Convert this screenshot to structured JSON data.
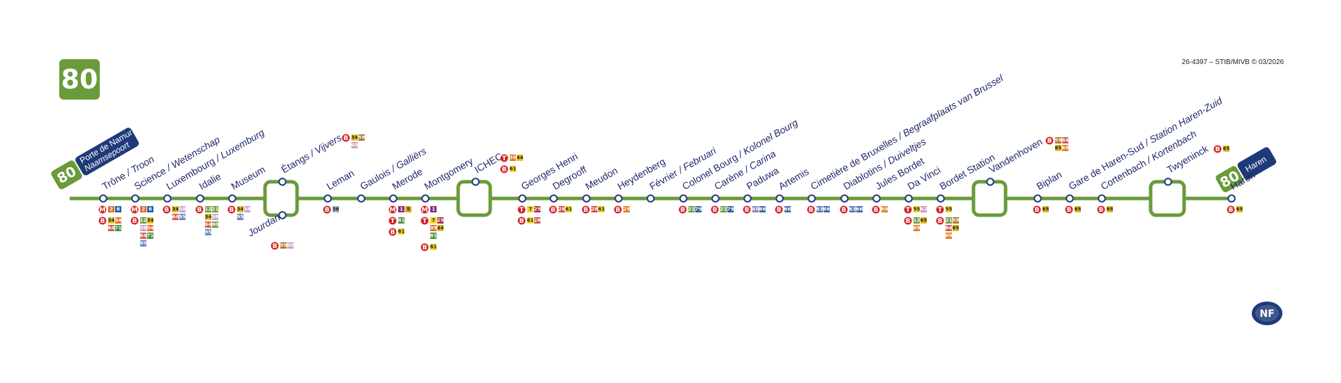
{
  "line": {
    "number": "80",
    "color": "#6a9a3a"
  },
  "colors": {
    "navy": "#1f3a7a",
    "green": "#6a9a3a",
    "metro": "#d2232a",
    "tram": "#d2232a",
    "bus": "#d2232a"
  },
  "copyright": "26-4397 – STIB/MIVB © 03/2026",
  "termini": {
    "start": {
      "num": "80",
      "name_fr": "Porte de Namur",
      "name_nl": "Naamsepoort"
    },
    "end": {
      "num": "80",
      "name": "Haren"
    }
  },
  "stops": [
    {
      "id": "trone",
      "fr": "Trône",
      "nl": "Troon",
      "conn": [
        [
          "M",
          "2",
          "6"
        ],
        [
          "B",
          "34",
          "54",
          "64",
          "71"
        ]
      ]
    },
    {
      "id": "science",
      "fr": "Science",
      "nl": "Wetenschap",
      "conn": [
        [
          "M",
          "2",
          "6"
        ],
        [
          "B",
          "12",
          "34",
          "38",
          "54",
          "64",
          "71",
          "95"
        ]
      ]
    },
    {
      "id": "luxembourg",
      "fr": "Luxembourg",
      "nl": "Luxemburg",
      "conn": [
        [
          "B",
          "34",
          "38",
          "64",
          "95"
        ]
      ]
    },
    {
      "id": "idalie",
      "fr": "Idalie",
      "nl": "",
      "conn": [
        [
          "B",
          "12",
          "21",
          "34",
          "38",
          "64",
          "80",
          "95"
        ]
      ]
    },
    {
      "id": "museum",
      "fr": "Museum",
      "nl": "",
      "conn": [
        [
          "B",
          "34",
          "38",
          "95"
        ]
      ]
    },
    {
      "id": "etangs",
      "fr": "Étangs",
      "nl": "Vijvers",
      "conn": [
        [
          "B",
          "34",
          "59",
          "60"
        ]
      ]
    },
    {
      "id": "jourdan",
      "fr": "Jourdan",
      "nl": "",
      "conn": [
        [
          "B",
          "59",
          "60"
        ]
      ]
    },
    {
      "id": "leman",
      "fr": "Leman",
      "nl": "",
      "conn": [
        [
          "B",
          "36"
        ]
      ]
    },
    {
      "id": "gaulois",
      "fr": "Gaulois",
      "nl": "Galliërs",
      "conn": []
    },
    {
      "id": "merode",
      "fr": "Merode",
      "nl": "",
      "conn": [
        [
          "M",
          "1",
          "5"
        ],
        [
          "T",
          "81"
        ],
        [
          "B",
          "61"
        ]
      ]
    },
    {
      "id": "montgomery",
      "fr": "Montgomery",
      "nl": "",
      "conn": [
        [
          "M",
          "1"
        ],
        [
          "T",
          "7",
          "25",
          "39",
          "44",
          "81"
        ],
        [
          "B",
          "61"
        ]
      ]
    },
    {
      "id": "ichec",
      "fr": "ICHEC",
      "nl": "",
      "conn": [
        [
          "T",
          "39",
          "44"
        ],
        [
          "B",
          "61"
        ]
      ]
    },
    {
      "id": "georgeshenri",
      "fr": "Georges Henri",
      "nl": "",
      "conn": [
        [
          "T",
          "7",
          "25"
        ],
        [
          "B",
          "61",
          "28"
        ]
      ]
    },
    {
      "id": "degrooff",
      "fr": "Degrooff",
      "nl": "",
      "conn": [
        [
          "B",
          "28",
          "61"
        ]
      ]
    },
    {
      "id": "meudon",
      "fr": "Meudon",
      "nl": "",
      "conn": [
        [
          "B",
          "28",
          "61"
        ]
      ]
    },
    {
      "id": "heydenberg",
      "fr": "Heydenberg",
      "nl": "",
      "conn": [
        [
          "B",
          "29"
        ]
      ]
    },
    {
      "id": "fevrier",
      "fr": "Février",
      "nl": "Februari",
      "conn": []
    },
    {
      "id": "colonelbourg",
      "fr": "Colonel Bourg",
      "nl": "Kolonel Bourg",
      "conn": [
        [
          "B",
          "21",
          "79"
        ]
      ]
    },
    {
      "id": "carene",
      "fr": "Carène",
      "nl": "Carina",
      "conn": [
        [
          "B",
          "21",
          "79"
        ]
      ]
    },
    {
      "id": "paduwa",
      "fr": "Paduwa",
      "nl": "",
      "conn": [
        [
          "B",
          "45",
          "66"
        ]
      ]
    },
    {
      "id": "artemis",
      "fr": "Artemis",
      "nl": "",
      "conn": [
        [
          "B",
          "66"
        ]
      ]
    },
    {
      "id": "cimetiere",
      "fr": "Cimetière de Bruxelles",
      "nl": "Begraafplaats van Brussel",
      "conn": [
        [
          "B",
          "63",
          "66"
        ]
      ]
    },
    {
      "id": "diablotins",
      "fr": "Diablotins",
      "nl": "Duiveltjes",
      "conn": [
        [
          "B",
          "63",
          "66"
        ]
      ]
    },
    {
      "id": "julesbordet",
      "fr": "Jules Bordet",
      "nl": "",
      "conn": [
        [
          "B",
          "69"
        ]
      ]
    },
    {
      "id": "davinci",
      "fr": "Da Vinci",
      "nl": "",
      "conn": [
        [
          "T",
          "55",
          "62"
        ],
        [
          "B",
          "12",
          "65",
          "69"
        ]
      ]
    },
    {
      "id": "bordetstation",
      "fr": "Bordet Station",
      "nl": "",
      "conn": [
        [
          "T",
          "55"
        ],
        [
          "B",
          "21",
          "59",
          "64",
          "65",
          "69"
        ]
      ]
    },
    {
      "id": "vandenhoven",
      "fr": "Vandenhoven",
      "nl": "",
      "conn": [
        [
          "B",
          "59",
          "64",
          "65",
          "69"
        ]
      ]
    },
    {
      "id": "biplan",
      "fr": "Biplan",
      "nl": "",
      "conn": [
        [
          "B",
          "65"
        ]
      ]
    },
    {
      "id": "harensud",
      "fr": "Gare de Haren-Sud",
      "nl": "Station Haren-Zuid",
      "conn": [
        [
          "B",
          "65"
        ]
      ]
    },
    {
      "id": "cortenbach",
      "fr": "Cortenbach",
      "nl": "Kortenbach",
      "conn": [
        [
          "B",
          "65"
        ]
      ]
    },
    {
      "id": "twyeninck",
      "fr": "Twyeninck",
      "nl": "",
      "conn": [
        [
          "B",
          "65"
        ]
      ]
    },
    {
      "id": "haren",
      "fr": "Haren",
      "nl": "",
      "conn": [
        [
          "B",
          "65"
        ]
      ]
    }
  ],
  "nf_logo": "NF"
}
